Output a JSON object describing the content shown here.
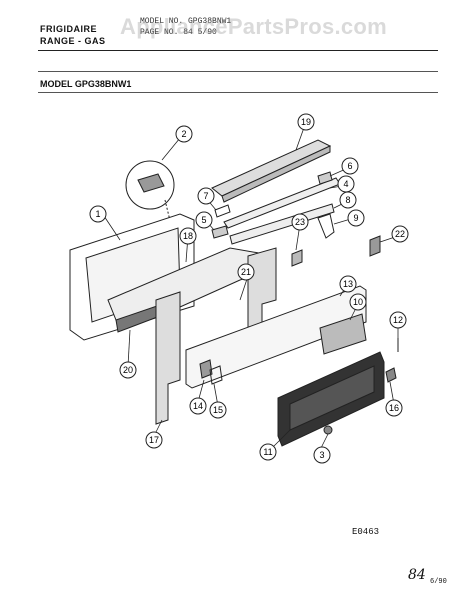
{
  "header": {
    "brand": "FRIGIDAIRE",
    "category": "RANGE - GAS",
    "model_no_label": "MODEL NO. GPG38BNW1",
    "header_line2": "PAGE NO. 84  5/90"
  },
  "watermark": "AppliancePartsPros.com",
  "model_label": "MODEL GPG38BNW1",
  "diagram_code": "E0463",
  "page_mark": "84",
  "date_mark": "6/90",
  "callouts": [
    "1",
    "2",
    "3",
    "4",
    "5",
    "6",
    "7",
    "8",
    "9",
    "10",
    "11",
    "12",
    "13",
    "14",
    "15",
    "16",
    "17",
    "18",
    "19",
    "20",
    "21",
    "22",
    "23"
  ]
}
